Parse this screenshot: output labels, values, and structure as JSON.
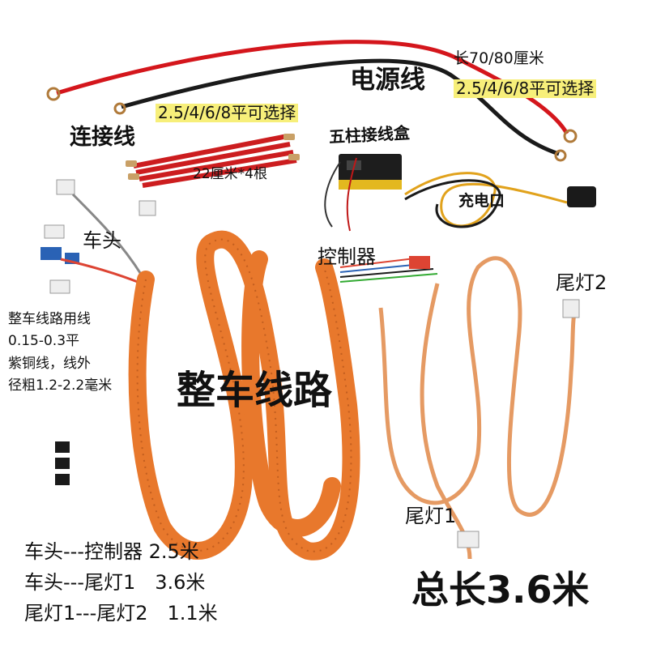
{
  "labels": {
    "power_cable": "电源线",
    "power_length": "长70/80厘米",
    "power_gauge": "2.5/4/6/8平可选择",
    "connect_cable": "连接线",
    "connect_gauge": "2.5/4/6/8平可选择",
    "connect_length": "22厘米*4根",
    "terminal_box": "五柱接线盒",
    "charge_port": "充电口",
    "head": "车头",
    "controller": "控制器",
    "tail_light_2": "尾灯2",
    "tail_light_1": "尾灯1",
    "wire_spec_1": "整车线路用线",
    "wire_spec_2": "0.15-0.3平",
    "wire_spec_3": "紫铜线，线外",
    "wire_spec_4": "径粗1.2-2.2毫米",
    "harness_title": "整车线路",
    "total_length": "总长3.6米"
  },
  "lengths": [
    "车头---控制器 2.5米",
    "车头---尾灯1　3.6米",
    "尾灯1---尾灯2　1.1米"
  ],
  "colors": {
    "harness_orange": "#e8782c",
    "red_wire": "#d4161c",
    "black_wire": "#1a1a1a",
    "highlight": "#f7ef7a"
  }
}
